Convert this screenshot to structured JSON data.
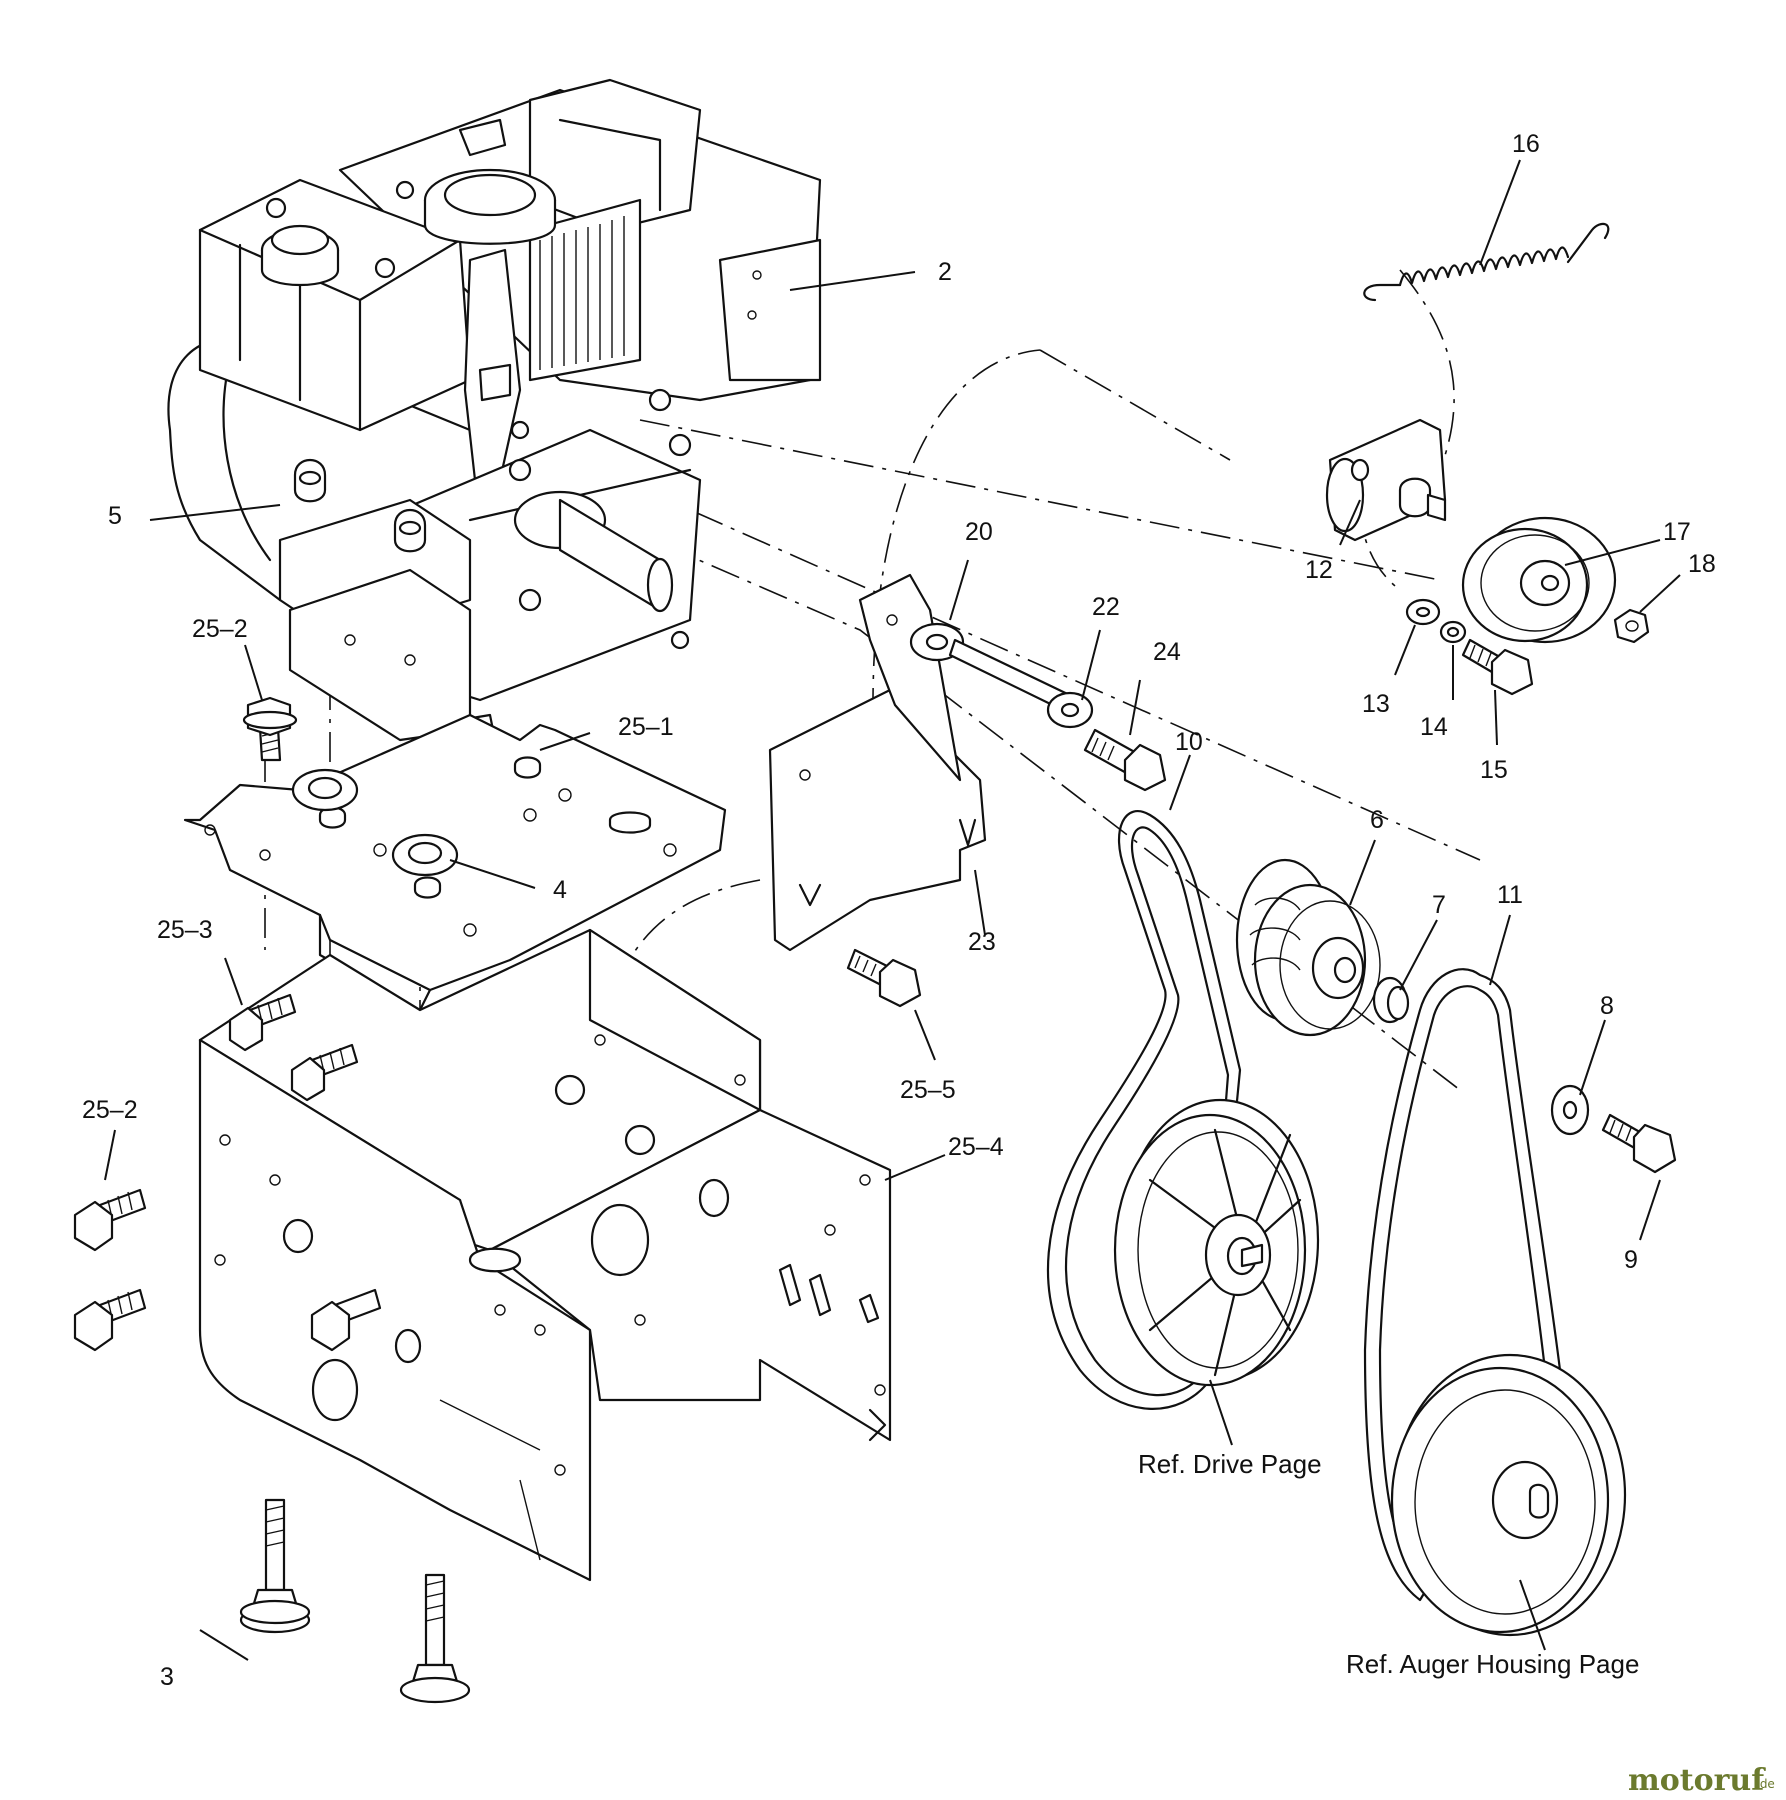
{
  "callouts": {
    "c2": "2",
    "c3": "3",
    "c4": "4",
    "c5": "5",
    "c6": "6",
    "c7": "7",
    "c8": "8",
    "c9": "9",
    "c10": "10",
    "c11": "11",
    "c12": "12",
    "c13": "13",
    "c14": "14",
    "c15": "15",
    "c16": "16",
    "c17": "17",
    "c18": "18",
    "c20": "20",
    "c22": "22",
    "c23": "23",
    "c24": "24",
    "c25_1": "25–1",
    "c25_2a": "25–2",
    "c25_2b": "25–2",
    "c25_3": "25–3",
    "c25_4": "25–4",
    "c25_5": "25–5"
  },
  "references": {
    "drive": "Ref. Drive Page",
    "auger": "Ref. Auger Housing Page"
  },
  "watermark": {
    "name": "motoruf",
    "suffix": ".de",
    "color": "#6b7a2e"
  }
}
